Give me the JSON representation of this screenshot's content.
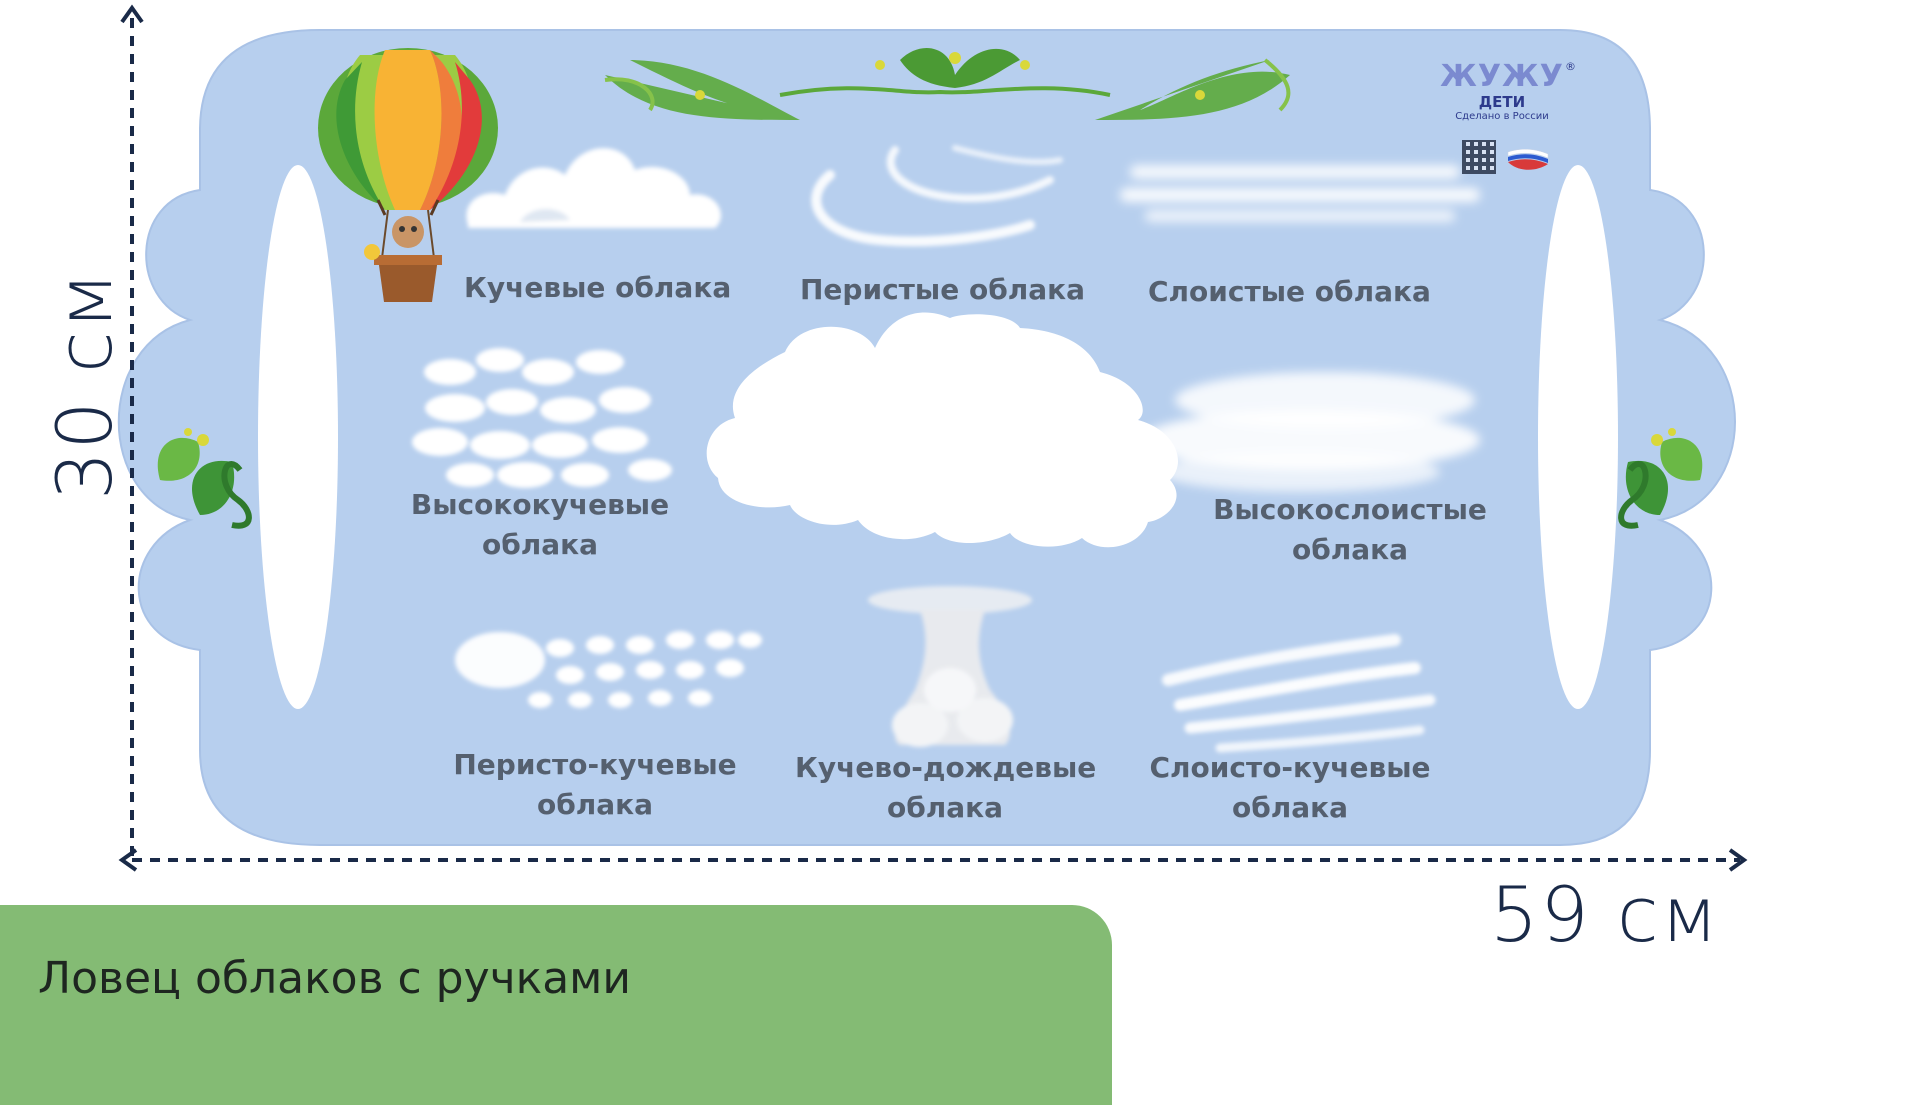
{
  "board": {
    "background_color": "#b7cfee",
    "labels": {
      "cumulus": "Кучевые облака",
      "cirrus": "Перистые облака",
      "stratus": "Слоистые облака",
      "altocumulus": [
        "Высококучевые",
        "облака"
      ],
      "altostratus": [
        "Высокослоистые",
        "облака"
      ],
      "cirrocumulus": [
        "Перисто-кучевые",
        "облака"
      ],
      "cumulonimbus": [
        "Кучево-дождевые",
        "облака"
      ],
      "stratocumulus": [
        "Слоисто-кучевые",
        "облака"
      ]
    }
  },
  "logo": {
    "brand": "ЖУЖУ",
    "sub": "ДЕТИ",
    "made_in": "Сделано в России",
    "registered": "®"
  },
  "dimensions": {
    "height": "30 см",
    "width": "59 см"
  },
  "caption": "Ловец облаков с ручками",
  "colors": {
    "caption_bg": "#84bb74",
    "dim_line": "#1a2a48",
    "leaf_green": "#5ba83a"
  }
}
